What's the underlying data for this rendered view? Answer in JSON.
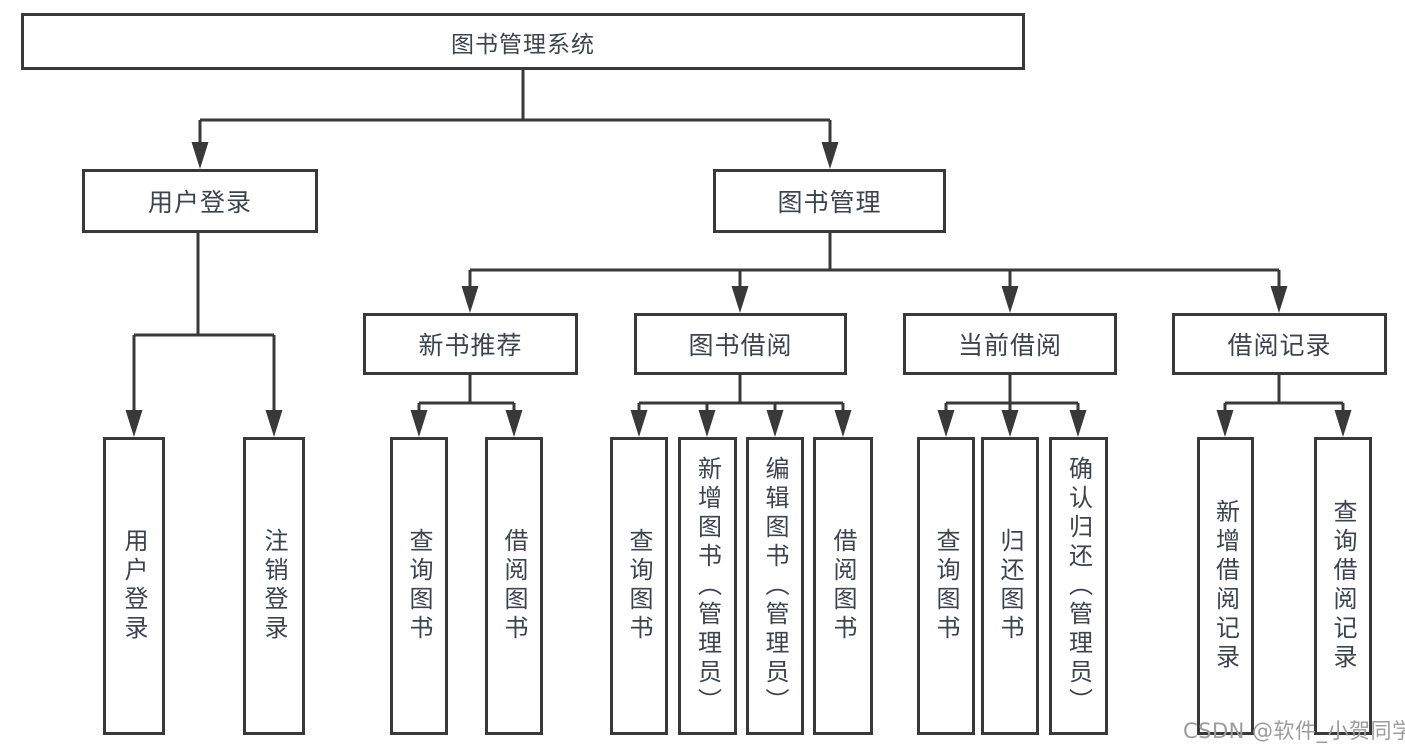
{
  "diagram": {
    "title": "图书管理系统",
    "level2": {
      "user_login": "用户登录",
      "book_mgmt": "图书管理"
    },
    "level3": {
      "new_book_rec": "新书推荐",
      "book_borrow": "图书借阅",
      "current_borrow": "当前借阅",
      "borrow_record": "借阅记录"
    },
    "leaves": {
      "user_login": "用户登录",
      "logout": "注销登录",
      "query_book_rec": "查询图书",
      "borrow_book_rec": "借阅图书",
      "query_book_borrow": "查询图书",
      "add_book_admin": "新增图书（管理员）",
      "edit_book_admin": "编辑图书（管理员）",
      "borrow_book_borrow": "借阅图书",
      "query_book_current": "查询图书",
      "return_book": "归还图书",
      "confirm_return_admin": "确认归还（管理员）",
      "add_borrow_record": "新增借阅记录",
      "query_borrow_record": "查询借阅记录"
    }
  },
  "watermark": "CSDN @软件_小贺同学",
  "colors": {
    "line": "#393939",
    "text": "#3c434e",
    "watermark": "#9c9c9c",
    "background": "#ffffff"
  }
}
